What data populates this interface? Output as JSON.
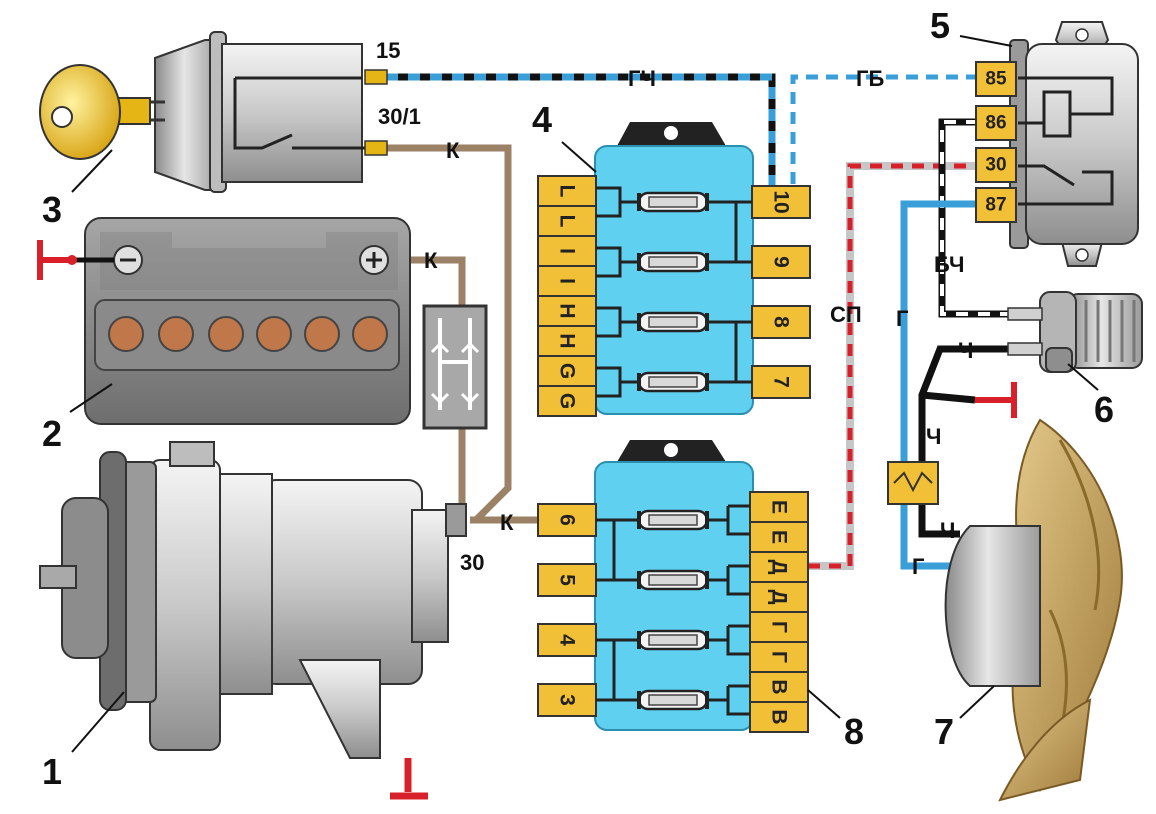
{
  "diagram": {
    "callouts": {
      "n1": "1",
      "n2": "2",
      "n3": "3",
      "n4": "4",
      "n5": "5",
      "n6": "6",
      "n7": "7",
      "n8": "8"
    },
    "terminals": {
      "ignition_15": "15",
      "ignition_30_1": "30/1",
      "alt_30": "30"
    },
    "wire_labels": {
      "gch": "ГЧ",
      "gb": "ГБ",
      "k_ign": "К",
      "k_batt": "К",
      "k_alt": "К",
      "sp": "СП",
      "bch": "БЧ",
      "g_upper": "Г",
      "g_lower": "Г",
      "ch_sensor": "Ч",
      "ch_mid": "Ч",
      "ch_low": "Ч"
    },
    "relay_pins": [
      "85",
      "86",
      "30",
      "87"
    ],
    "upper_block": {
      "left_pins": [
        "L",
        "L",
        "I",
        "I",
        "H",
        "H",
        "G",
        "G"
      ],
      "right_pins": [
        "10",
        "9",
        "8",
        "7"
      ]
    },
    "lower_block": {
      "left_pins": [
        "6",
        "5",
        "4",
        "3"
      ],
      "right_pins": [
        "E",
        "E",
        "Д",
        "Д",
        "Г",
        "Г",
        "В",
        "В"
      ]
    },
    "colors": {
      "wire_brown": "#9b8266",
      "wire_blue": "#3a9fd8",
      "wire_red": "#d8202a",
      "wire_grey": "#b8b8b8",
      "fuse_block": "#5fd0ef",
      "pin_yellow": "#f2c037",
      "ground_red": "#d8202a",
      "key_gold": "#e4b514",
      "fan_blade": "#c8a45c"
    },
    "icons": {
      "ground": "ground-symbol-icon",
      "key": "ignition-key-icon",
      "fuse": "fuse-icon"
    }
  }
}
